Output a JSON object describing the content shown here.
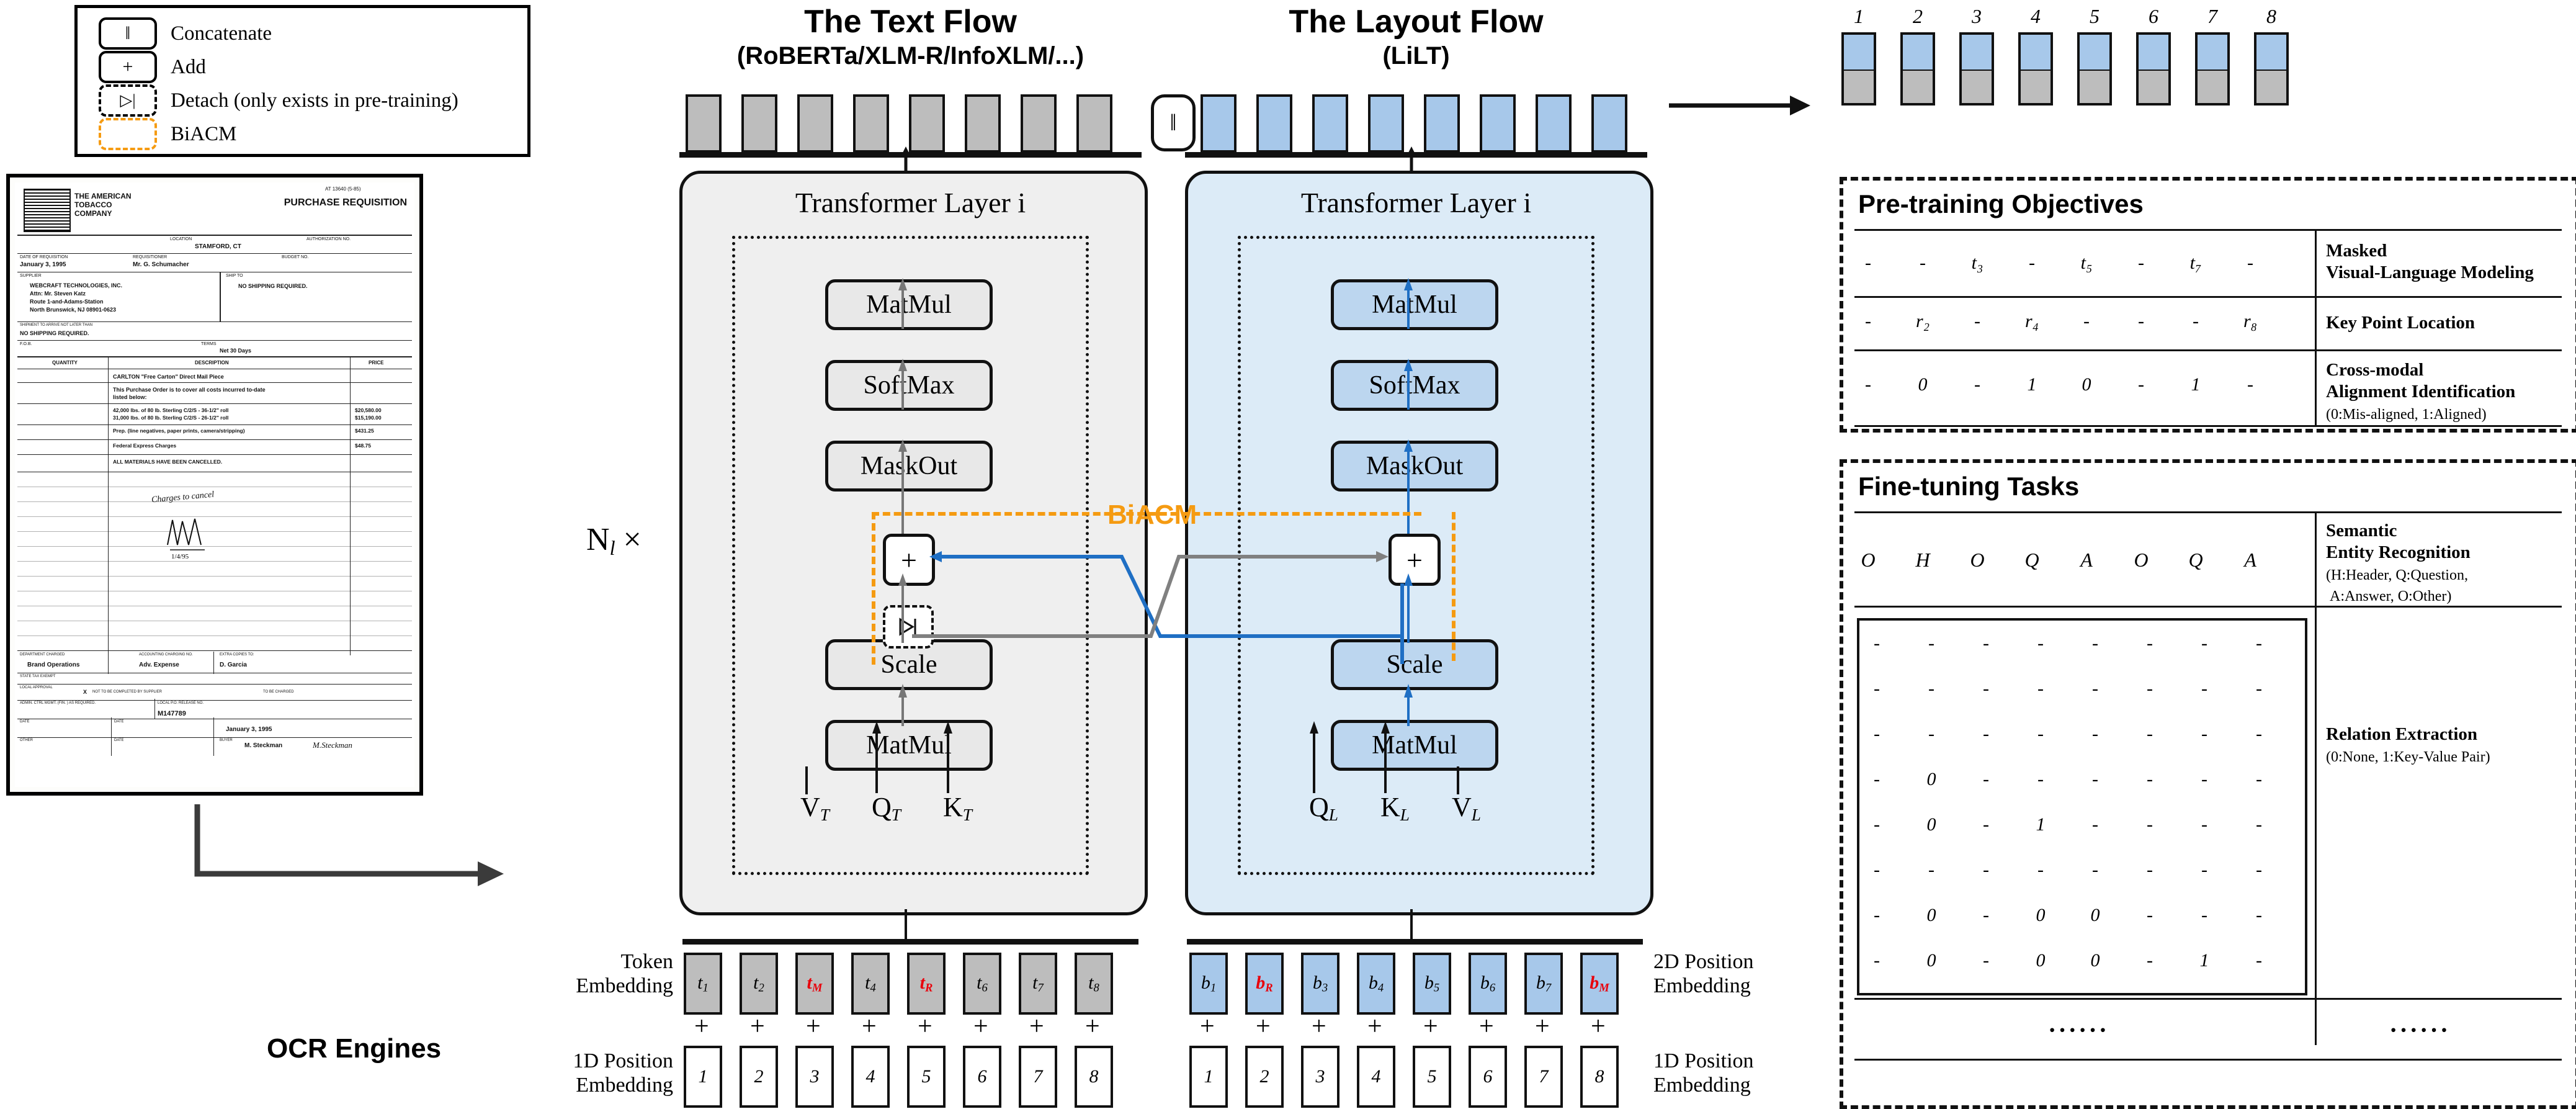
{
  "legend": {
    "items": [
      {
        "icon": "concat-icon",
        "glyph": "‖",
        "label": "Concatenate",
        "style": "solid"
      },
      {
        "icon": "add-icon",
        "glyph": "+",
        "label": "Add",
        "style": "solid"
      },
      {
        "icon": "detach-icon",
        "glyph": "▷|",
        "label": "Detach (only exists in pre-training)",
        "style": "dashed"
      },
      {
        "icon": "biacm-icon",
        "glyph": "",
        "label": "BiACM",
        "style": "orange-dashed"
      }
    ]
  },
  "document": {
    "company": "THE AMERICAN TOBACCO COMPANY",
    "form_title": "PURCHASE REQUISITION",
    "doc_no": "AT 13640 (5-85)",
    "fields": [
      {
        "label": "LOCATION",
        "value": "STAMFORD, CT"
      },
      {
        "label": "AUTHORIZATION NO.",
        "value": ""
      },
      {
        "label": "DATE OF REQUISITION",
        "value": "January 3, 1995"
      },
      {
        "label": "REQUISITIONER",
        "value": "Mr. G. Schumacher"
      },
      {
        "label": "BUDGET NO.",
        "value": ""
      },
      {
        "label": "SUPPLIER",
        "value": "WEBCRAFT TECHNOLOGIES, INC.\nAttn: Mr. Steven Katz\nRoute 1-and-Adams-Station\nNorth Brunswick, NJ 08901-0623"
      },
      {
        "label": "SHIP TO",
        "value": "NO SHIPPING REQUIRED."
      },
      {
        "label": "SHIPMENT TO ARRIVE NOT LATER THAN",
        "value": "NO SHIPPING REQUIRED."
      },
      {
        "label": "F.O.B.",
        "value": ""
      },
      {
        "label": "TERMS",
        "value": "Net 30 Days"
      }
    ],
    "table_headers": [
      "QUANTITY",
      "DESCRIPTION",
      "PRICE"
    ],
    "rows": [
      {
        "qty": "",
        "desc": "CARLTON \"Free Carton\" Direct Mail Piece",
        "price": ""
      },
      {
        "qty": "",
        "desc": "This Purchase Order is to cover all costs incurred to-date listed below:",
        "price": ""
      },
      {
        "qty": "",
        "desc": "42,000 lbs. of 80 lb. Sterling C/2/S - 36-1/2\" roll\n31,000 lbs. of 80 lb. Sterling C/2/S - 26-1/2\" roll",
        "price": "$20,580.00\n$15,190.00"
      },
      {
        "qty": "",
        "desc": "Prep. (line negatives, paper prints, camera/stripping)",
        "price": "$431.25"
      },
      {
        "qty": "",
        "desc": "Federal Express Charges",
        "price": "$48.75"
      },
      {
        "qty": "",
        "desc": "ALL MATERIALS HAVE BEEN CANCELLED.",
        "price": ""
      }
    ],
    "handwriting": "Charges to cancel",
    "footer": {
      "dept_label": "DEPARTMENT CHARGED",
      "dept_value": "Brand Operations",
      "acct_label": "ACCOUNTING CHARGING NO.",
      "acct_value": "Adv. Expense",
      "extra_label": "EXTRA COPIES TO:",
      "extra_value": "D. Garcia",
      "state_tax": "STATE TAX EXEMPT",
      "local_approval": "LOCAL APPROVAL",
      "to_be_completed": "NOT TO BE COMPLETED BY SUPPLIER",
      "po_label": "LOCAL P.O. RELEASE NO.",
      "po_value": "M147789",
      "date_value": "January 3, 1995",
      "signature": "M. Steckman",
      "other_label": "OTHER",
      "date_label": "DATE"
    }
  },
  "ocr": {
    "label": "OCR Engines"
  },
  "flows": {
    "text": {
      "title": "The Text Flow",
      "subtitle": "(RoBERTa/XLM-R/InfoXLM/...)",
      "layer_title": "Transformer Layer i",
      "ops": [
        "MatMul",
        "SoftMax",
        "MaskOut",
        "Scale",
        "MatMul"
      ],
      "inputs": [
        "V",
        "Q",
        "K"
      ],
      "input_sub": "T"
    },
    "layout": {
      "title": "The Layout Flow",
      "subtitle": "(LiLT)",
      "layer_title": "Transformer Layer i",
      "ops": [
        "MatMul",
        "SoftMax",
        "MaskOut",
        "Scale",
        "MatMul"
      ],
      "inputs": [
        "Q",
        "K",
        "V"
      ],
      "input_sub": "L"
    },
    "repeat_label": "N",
    "repeat_sub": "l",
    "repeat_times": "×",
    "biacm_label": "BiACM",
    "concat_glyph": "‖",
    "plus_glyph": "+"
  },
  "embeddings": {
    "token_label": "Token\nEmbedding",
    "pos1d_label_left": "1D Position\nEmbedding",
    "pos2d_label": "2D Position\nEmbedding",
    "pos1d_label_right": "1D Position\nEmbedding",
    "text_tokens": [
      {
        "base": "t",
        "sub": "1",
        "red": false
      },
      {
        "base": "t",
        "sub": "2",
        "red": false
      },
      {
        "base": "t",
        "sub": "M",
        "red": true
      },
      {
        "base": "t",
        "sub": "4",
        "red": false
      },
      {
        "base": "t",
        "sub": "R",
        "red": true
      },
      {
        "base": "t",
        "sub": "6",
        "red": false
      },
      {
        "base": "t",
        "sub": "7",
        "red": false
      },
      {
        "base": "t",
        "sub": "8",
        "red": false
      }
    ],
    "layout_tokens": [
      {
        "base": "b",
        "sub": "1",
        "red": false
      },
      {
        "base": "b",
        "sub": "R",
        "red": true
      },
      {
        "base": "b",
        "sub": "3",
        "red": false
      },
      {
        "base": "b",
        "sub": "4",
        "red": false
      },
      {
        "base": "b",
        "sub": "5",
        "red": false
      },
      {
        "base": "b",
        "sub": "6",
        "red": false
      },
      {
        "base": "b",
        "sub": "7",
        "red": false
      },
      {
        "base": "b",
        "sub": "M",
        "red": true
      }
    ],
    "positions": [
      "1",
      "2",
      "3",
      "4",
      "5",
      "6",
      "7",
      "8"
    ],
    "plus": "+"
  },
  "output": {
    "indices": [
      "1",
      "2",
      "3",
      "4",
      "5",
      "6",
      "7",
      "8"
    ]
  },
  "pretraining": {
    "title": "Pre-training Objectives",
    "rows": [
      {
        "values": [
          "-",
          "-",
          "t₃",
          "-",
          "t₅",
          "-",
          "t₇",
          "-"
        ],
        "name": "Masked\nVisual-Language Modeling",
        "note": ""
      },
      {
        "values": [
          "-",
          "r₂",
          "-",
          "r₄",
          "-",
          "-",
          "-",
          "r₈"
        ],
        "name": "Key Point Location",
        "note": ""
      },
      {
        "values": [
          "-",
          "0",
          "-",
          "1",
          "0",
          "-",
          "1",
          "-"
        ],
        "name": "Cross-modal\nAlignment Identification",
        "note": "(0:Mis-aligned, 1:Aligned)"
      }
    ]
  },
  "finetuning": {
    "title": "Fine-tuning Tasks",
    "ser": {
      "values": [
        "O",
        "H",
        "O",
        "Q",
        "A",
        "O",
        "Q",
        "A"
      ],
      "name": "Semantic\nEntity Recognition",
      "note": "(H:Header, Q:Question,\n A:Answer, O:Other)"
    },
    "re": {
      "matrix": [
        [
          "-",
          "-",
          "-",
          "-",
          "-",
          "-",
          "-",
          "-"
        ],
        [
          "-",
          "-",
          "-",
          "-",
          "-",
          "-",
          "-",
          "-"
        ],
        [
          "-",
          "-",
          "-",
          "-",
          "-",
          "-",
          "-",
          "-"
        ],
        [
          "-",
          "0",
          "-",
          "-",
          "-",
          "-",
          "-",
          "-"
        ],
        [
          "-",
          "0",
          "-",
          "1",
          "-",
          "-",
          "-",
          "-"
        ],
        [
          "-",
          "-",
          "-",
          "-",
          "-",
          "-",
          "-",
          "-"
        ],
        [
          "-",
          "0",
          "-",
          "0",
          "0",
          "-",
          "-",
          "-"
        ],
        [
          "-",
          "0",
          "-",
          "0",
          "0",
          "-",
          "1",
          "-"
        ]
      ],
      "name": "Relation Extraction",
      "note": "(0:None, 1:Key-Value Pair)"
    },
    "ellipsis_left": "······",
    "ellipsis_right": "······"
  },
  "colors": {
    "text_flow": "#efefef",
    "layout_flow": "#dcebf7",
    "token_gray": "#bdbdbd",
    "token_blue": "#a7c8ea",
    "biacm_orange": "#F59B12",
    "highlight_red": "#e8000b",
    "blue_line": "#1f6fc4",
    "gray_line": "#808080"
  }
}
